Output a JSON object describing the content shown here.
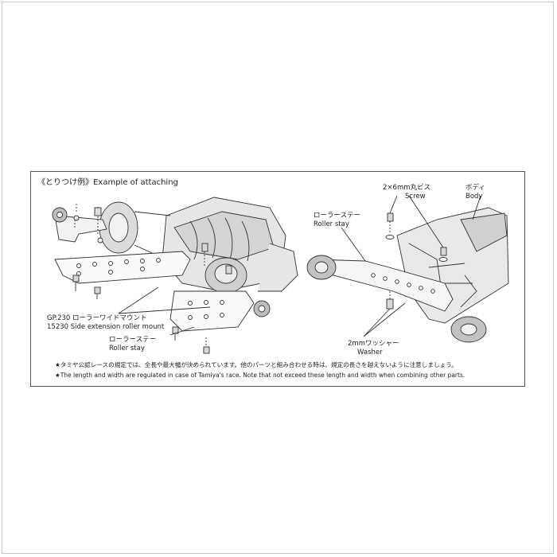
{
  "header": {
    "title": "《とりつけ例》Example of attaching"
  },
  "labels": {
    "screw_jp": "2×6mm丸ビス",
    "screw_en": "Screw",
    "body_jp": "ボディ",
    "body_en": "Body",
    "roller_stay_right_jp": "ローラーステー",
    "roller_stay_right_en": "Roller stay",
    "mount_jp": "GP.230 ローラーワイドマウント",
    "mount_en": "15230 Side extension roller mount",
    "roller_stay_left_jp": "ローラーステー",
    "roller_stay_left_en": "Roller stay",
    "washer_jp": "2mmワッシャー",
    "washer_en": "Washer"
  },
  "notes": {
    "jp": "★タミヤ公認レースの規定では、全長や最大幅が決められています。他のパーツと組み合わせる時は、規定の長さを越えないように注意しましょう。",
    "en": "★The length and width are regulated in case of Tamiya's race. Note that not exceed these length and width when combining other parts."
  },
  "colors": {
    "line": "#333333",
    "fill_light": "#e6e6e6",
    "fill_mid": "#c8c8c8",
    "border": "#555555"
  }
}
